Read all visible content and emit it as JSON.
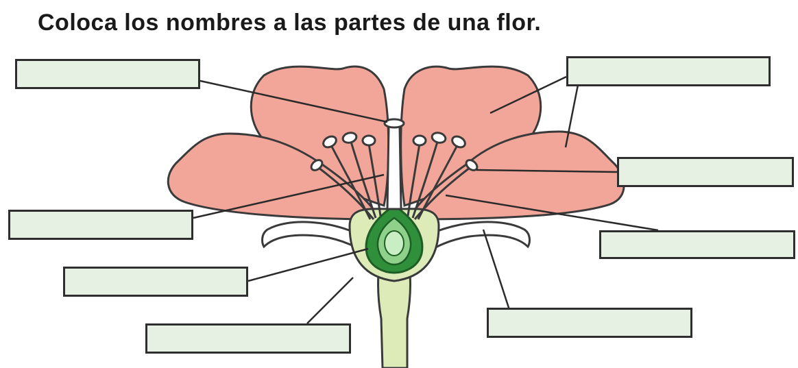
{
  "title": "Coloca los nombres a las partes de una flor.",
  "colors": {
    "petal_fill": "#f2a699",
    "petal_outline": "#3a3a3a",
    "stem_fill": "#dcebb7",
    "green_dark": "#2f8f3a",
    "green_mid": "#8fd18b",
    "green_light": "#c9eec3",
    "box_fill": "#e6f1e4",
    "box_border": "#2e2e2e"
  },
  "answer_boxes": [
    {
      "id": "top-left",
      "value": ""
    },
    {
      "id": "top-right",
      "value": ""
    },
    {
      "id": "middle-right",
      "value": ""
    },
    {
      "id": "middle-left",
      "value": ""
    },
    {
      "id": "lower-right",
      "value": ""
    },
    {
      "id": "lower-left",
      "value": ""
    },
    {
      "id": "bottom-right",
      "value": ""
    },
    {
      "id": "bottom-left",
      "value": ""
    }
  ]
}
